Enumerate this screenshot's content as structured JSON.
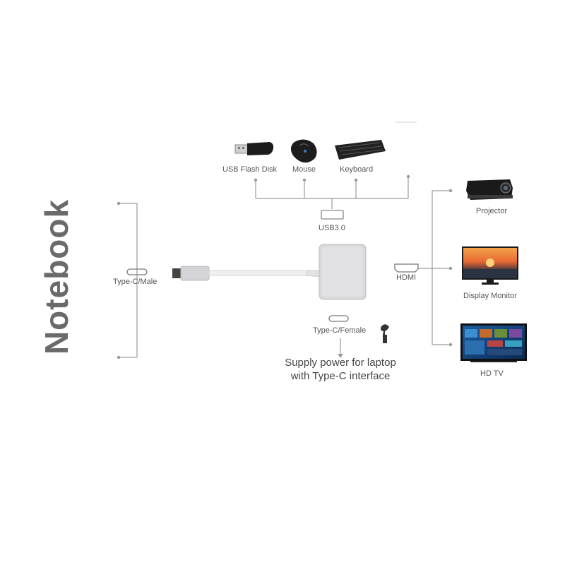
{
  "notebook": {
    "label": "Notebook"
  },
  "input": {
    "connector_label": "Type-C/Male"
  },
  "peripherals": {
    "usb_flash_disk": "USB Flash Disk",
    "mouse": "Mouse",
    "keyboard": "Keyboard",
    "port_label": "USB3.0"
  },
  "power": {
    "port_label": "Type-C/Female",
    "note_line1": "Supply power for laptop",
    "note_line2": "with Type-C interface"
  },
  "display": {
    "port_label": "HDMI",
    "projector": "Projector",
    "monitor": "Display Monitor",
    "tv": "HD TV"
  },
  "colors": {
    "line": "#9a9a9a",
    "text": "#555555",
    "adapter_body": "#d9d9dc",
    "title": "#6a6a6a"
  }
}
